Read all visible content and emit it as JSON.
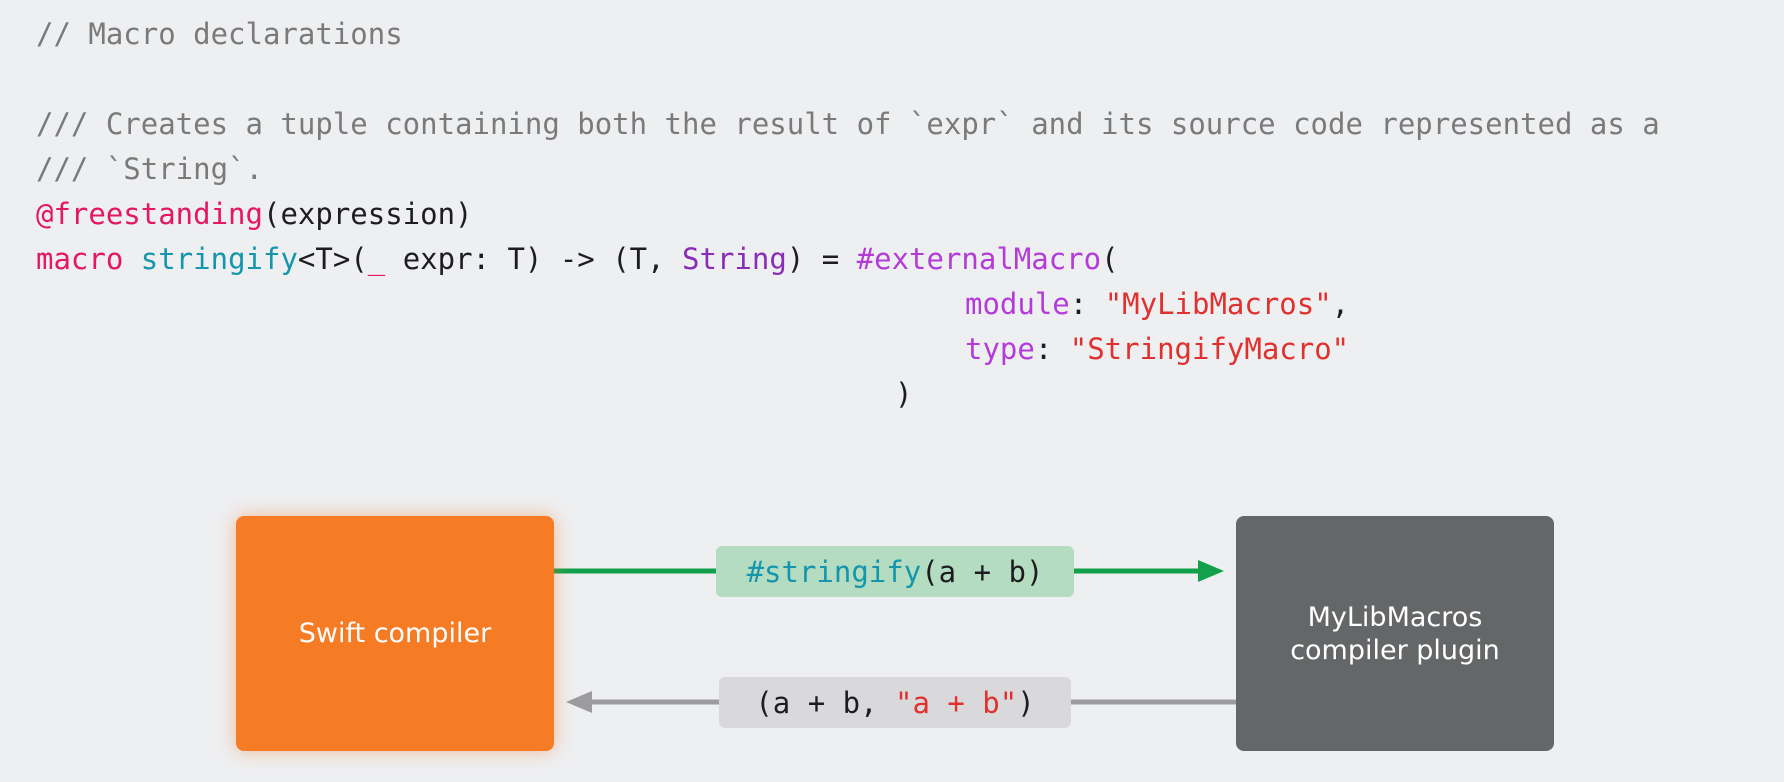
{
  "code": {
    "line1": "// Macro declarations",
    "line3": "/// Creates a tuple containing both the result of `expr` and its source code represented as a",
    "line4": "/// `String`.",
    "line5": {
      "attr": "@freestanding",
      "rest": "(expression)"
    },
    "line6": {
      "kw": "macro",
      "sp1": " ",
      "name": "stringify",
      "gen": "<T>(",
      "underscore": "_",
      "param": " expr: T) -> (T, ",
      "type": "String",
      "eq": ") = ",
      "ext": "#externalMacro",
      "open": "("
    },
    "line7": {
      "label": "module",
      "colon": ": ",
      "value": "\"MyLibMacros\"",
      "comma": ","
    },
    "line8": {
      "label": "type",
      "colon": ": ",
      "value": "\"StringifyMacro\""
    },
    "line9": ")"
  },
  "diagram": {
    "compiler_label": "Swift compiler",
    "plugin_label_1": "MyLibMacros",
    "plugin_label_2": "compiler plugin",
    "request": {
      "macro": "#stringify",
      "args": "(a + b)"
    },
    "response": {
      "open": "(a + b, ",
      "str": "\"a + b\"",
      "close": ")"
    }
  },
  "colors": {
    "compiler": "#f57b24",
    "plugin": "#646667",
    "request_arrow": "#12a14a",
    "response_arrow": "#9c9c9e",
    "request_pill": "#b4dcc0",
    "response_pill": "#d9d9db"
  }
}
